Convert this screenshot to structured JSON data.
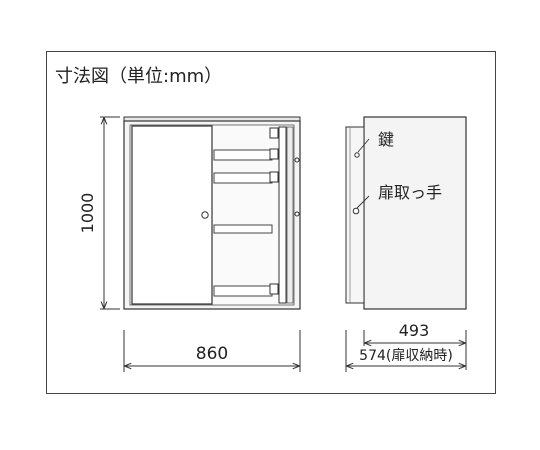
{
  "title": "寸法図（単位:mm）",
  "dimensions": {
    "height": "1000",
    "width": "860",
    "depth": "493",
    "depth_door_stored": "574(扉収納時)"
  },
  "callouts": {
    "key": "鍵",
    "door_handle": "扉取っ手"
  }
}
